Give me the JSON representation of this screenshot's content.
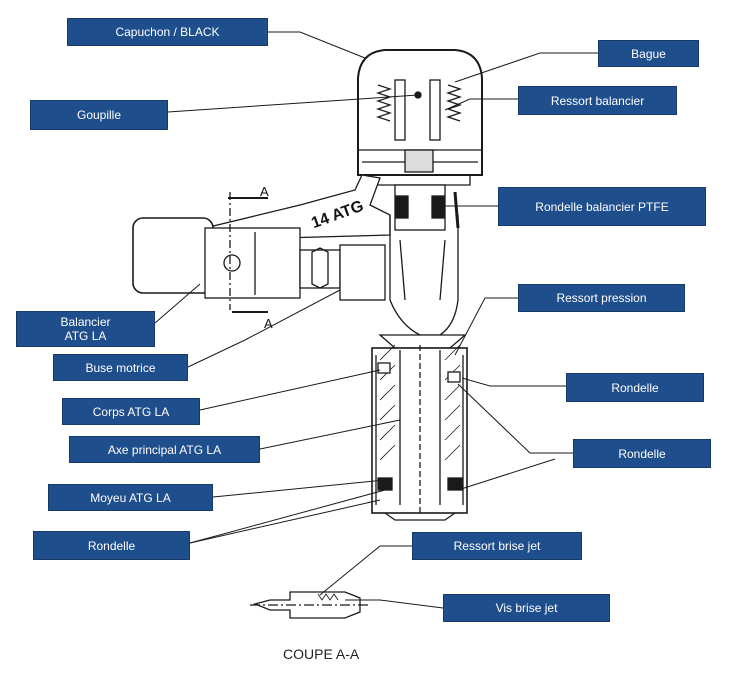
{
  "labels": {
    "capuchon": "Capuchon / BLACK",
    "bague": "Bague",
    "goupille": "Goupille",
    "ressort_balancier": "Ressort balancier",
    "rondelle_ptfe": "Rondelle balancier PTFE",
    "ressort_pression": "Ressort pression",
    "balancier_line1": "Balancier",
    "balancier_line2": "ATG LA",
    "buse_motrice": "Buse motrice",
    "rondelle_right_1": "Rondelle",
    "corps": "Corps ATG LA",
    "axe": "Axe principal ATG LA",
    "rondelle_right_2": "Rondelle",
    "moyeu": "Moyeu ATG LA",
    "rondelle_left": "Rondelle",
    "ressort_brise_jet": "Ressort brise jet",
    "vis_brise_jet": "Vis brise jet"
  },
  "drawing": {
    "arm_marking": "14 ATG",
    "section_mark": "A"
  },
  "caption": "COUPE A-A",
  "colors": {
    "label_bg": "#1f4e8c",
    "label_text": "#ffffff",
    "line": "#1a1a1a"
  }
}
